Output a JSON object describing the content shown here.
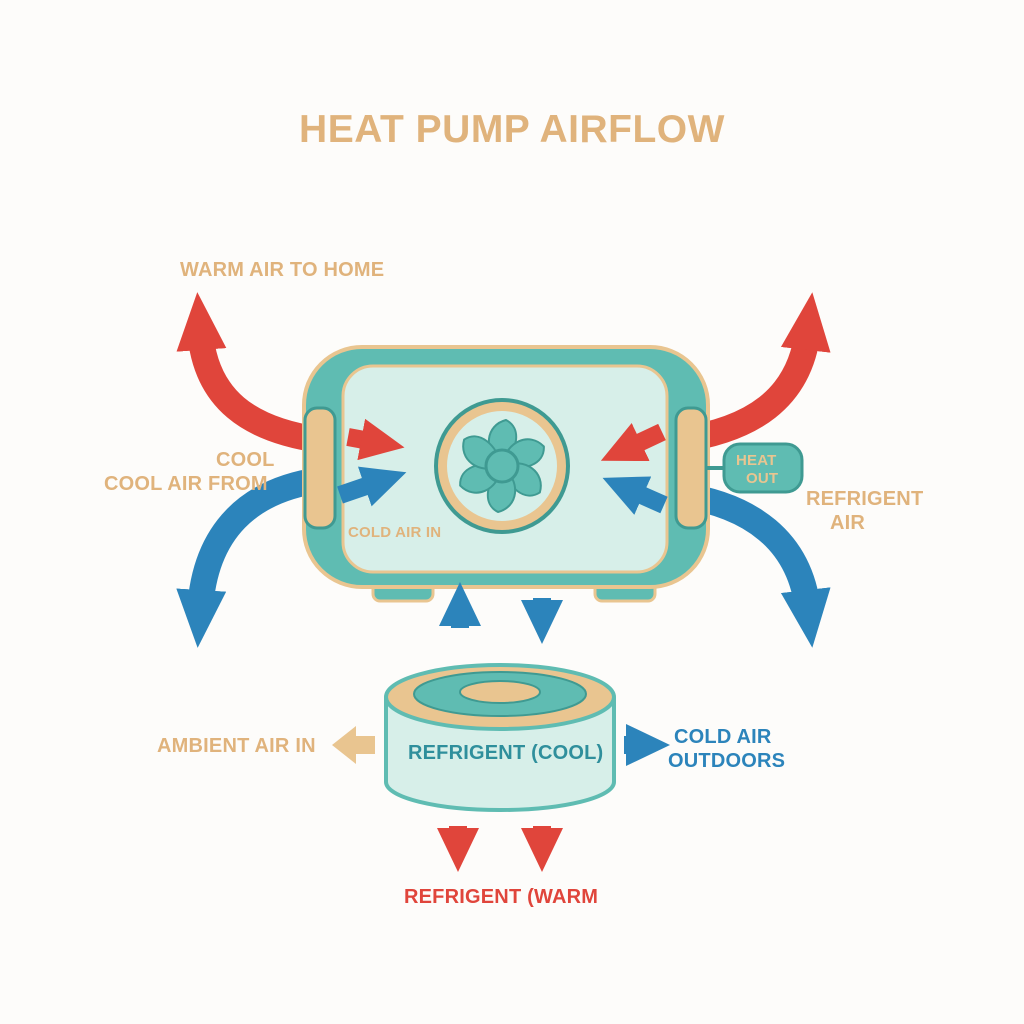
{
  "title": "HEAT PUMP AIRFLOW",
  "labels": {
    "warm_air_to_home": "WARM AIR TO HOME",
    "cool": "COOL",
    "cool_air_from": "COOL AIR FROM",
    "cold_air_in": "COLD AIR IN",
    "heat_out_line1": "HEAT",
    "heat_out_line2": "OUT",
    "refrigent_air_line1": "REFRIGENT",
    "refrigent_air_line2": "AIR",
    "ambient_air_in": "AMBIENT AIR IN",
    "refrigent_cool": "REFRIGENT (COOL)",
    "cold_air_outdoors_line1": "COLD AIR",
    "cold_air_outdoors_line2": "OUTDOORS",
    "refrigent_warm": "REFRIGENT (WARM"
  },
  "colors": {
    "title": "#e0b37c",
    "warm_arrow": "#e0453b",
    "cold_arrow": "#2c84bb",
    "unit_body": "#5fbcb2",
    "unit_panel": "#d7efe9",
    "tan_accent": "#e9c590"
  },
  "icons": [
    "fan-icon",
    "warm-air-arrow",
    "cold-air-arrow",
    "refrigerant-coil"
  ]
}
